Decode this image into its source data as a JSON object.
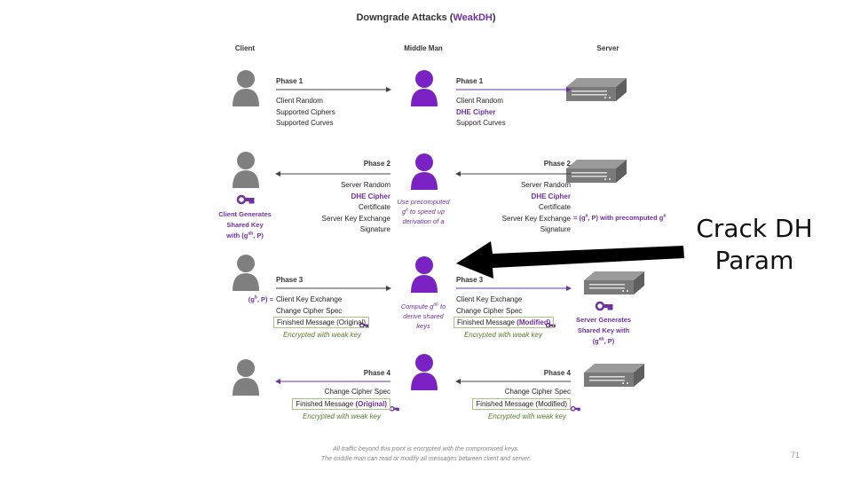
{
  "title": {
    "main": "Downgrade Attacks (",
    "accent": "WeakDH",
    "end": ")"
  },
  "columns": {
    "client": "Client",
    "middle": "Middle Man",
    "server": "Server"
  },
  "colors": {
    "purple": "#7030a0",
    "gray": "#7f7f7f",
    "green_border": "#a9c47f"
  },
  "phase1": {
    "label": "Phase 1",
    "left": [
      "Client Random",
      "Supported Ciphers",
      "Supported Curves"
    ],
    "right": [
      "Client Random",
      "DHE Cipher",
      "Support Curves"
    ]
  },
  "phase2": {
    "label": "Phase 2",
    "lines": [
      "Server Random",
      "DHE Cipher",
      "Certificate",
      "Server Key Exchange",
      "Signature"
    ],
    "client_note": {
      "l1": "Client Generates",
      "l2": "Shared Key",
      "l3a": "with (g",
      "l3sup": "ab",
      "l3b": ", P)"
    },
    "middle_note": {
      "l1": "Use precomputed",
      "l2a": "g",
      "l2sup": "a",
      "l2b": " to speed up",
      "l3": "derivation of a"
    },
    "server_note": {
      "a": "= (g",
      "sup1": "a",
      "b": ", P) with precomputed g",
      "sup2": "a"
    }
  },
  "phase3": {
    "label": "Phase 3",
    "lines": [
      "Client Key Exchange",
      "Change Cipher Spec"
    ],
    "left_finished": "Finished Message (Original)",
    "right_finished": "Finished Message ",
    "right_finished_accent": "(Modified)",
    "encrypted": "Encrypted with weak key",
    "client_prefix": {
      "a": "(g",
      "sup": "b",
      "b": ", P) ="
    },
    "middle_note": {
      "l1a": "Compute g",
      "l1sup": "ab",
      "l1b": " to",
      "l2": "derive shared",
      "l3": "keys"
    },
    "server_note": {
      "l1": "Server Generates",
      "l2": "Shared Key with",
      "l3a": "(g",
      "l3sup": "ab",
      "l3b": ", P)"
    }
  },
  "phase4": {
    "label": "Phase 4",
    "line": "Change Cipher Spec",
    "left_finished": "Finished Message ",
    "left_finished_accent": "(Original)",
    "right_finished": "Finished Message (Modified)",
    "encrypted": "Encrypted with weak key"
  },
  "footer": {
    "l1": "All traffic beyond this point is encrypted with the compromised keys.",
    "l2": "The middle man can read or modify all messages between client and server."
  },
  "annotation": {
    "l1": "Crack DH",
    "l2": "Param"
  },
  "page_number": "71"
}
